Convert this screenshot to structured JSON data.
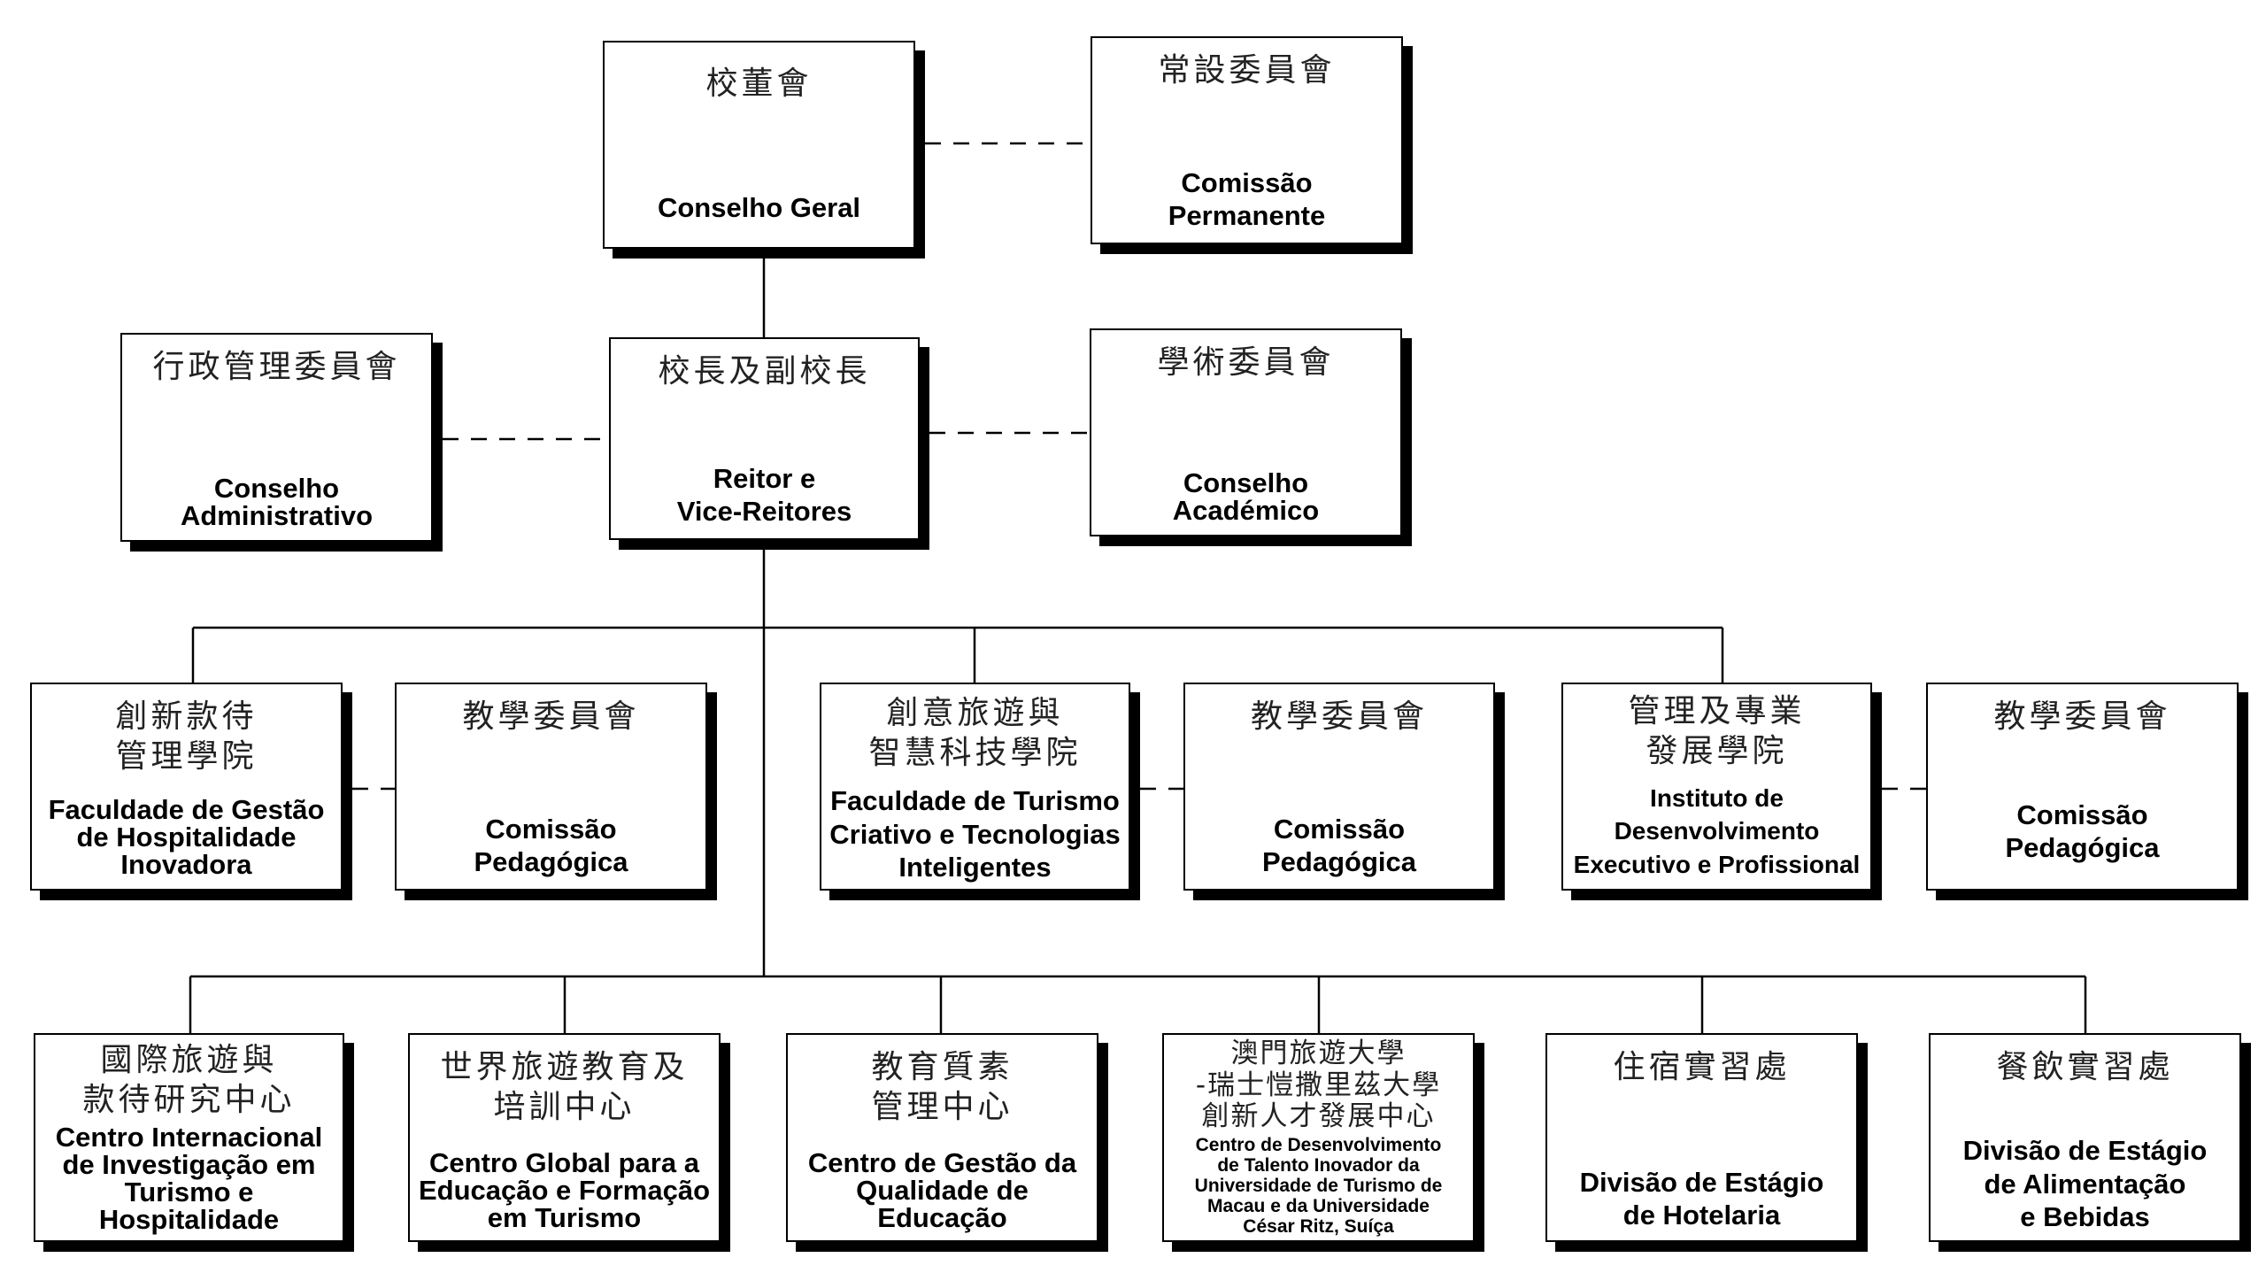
{
  "boxes": [
    {
      "id": "conselho-geral",
      "zh": "校董會",
      "pt": "Conselho Geral"
    },
    {
      "id": "comissao-permanente",
      "zh": "常設委員會",
      "pt": "Comissão\nPermanente"
    },
    {
      "id": "conselho-administrativo",
      "zh": "行政管理委員會",
      "pt": "Conselho\nAdministrativo"
    },
    {
      "id": "reitor",
      "zh": "校長及副校長",
      "pt": "Reitor e\nVice-Reitores"
    },
    {
      "id": "conselho-academico",
      "zh": "學術委員會",
      "pt": "Conselho\nAcadémico"
    },
    {
      "id": "faculdade-hospitalidade",
      "zh": "創新款待\n管理學院",
      "pt": "Faculdade de Gestão\nde Hospitalidade\nInovadora"
    },
    {
      "id": "comissao-pedagogica-1",
      "zh": "教學委員會",
      "pt": "Comissão\nPedagógica"
    },
    {
      "id": "faculdade-turismo",
      "zh": "創意旅遊與\n智慧科技學院",
      "pt": "Faculdade de Turismo\nCriativo e Tecnologias\nInteligentes"
    },
    {
      "id": "comissao-pedagogica-2",
      "zh": "教學委員會",
      "pt": "Comissão\nPedagógica"
    },
    {
      "id": "instituto-desenvolvimento",
      "zh": "管理及專業\n發展學院",
      "pt": "Instituto de\nDesenvolvimento\nExecutivo e Profissional"
    },
    {
      "id": "comissao-pedagogica-3",
      "zh": "教學委員會",
      "pt": "Comissão\nPedagógica"
    },
    {
      "id": "centro-internacional",
      "zh": "國際旅遊與\n款待研究中心",
      "pt": "Centro Internacional\nde Investigação em\nTurismo e\nHospitalidade"
    },
    {
      "id": "centro-global",
      "zh": "世界旅遊教育及\n培訓中心",
      "pt": "Centro Global para a\nEducação e Formação\nem Turismo"
    },
    {
      "id": "centro-qualidade",
      "zh": "教育質素\n管理中心",
      "pt": "Centro de Gestão da\nQualidade de\nEducação"
    },
    {
      "id": "centro-talento",
      "zh": "澳門旅遊大學\n-瑞士愷撒里茲大學\n創新人才發展中心",
      "pt": "Centro de Desenvolvimento\nde Talento Inovador da\nUniversidade de Turismo de\nMacau e da Universidade\nCésar Ritz, Suíça"
    },
    {
      "id": "divisao-hotelaria",
      "zh": "住宿實習處",
      "pt": "Divisão de Estágio\nde Hotelaria"
    },
    {
      "id": "divisao-alimentacao",
      "zh": "餐飲實習處",
      "pt": "Divisão de Estágio\nde Alimentação\ne Bebidas"
    }
  ]
}
